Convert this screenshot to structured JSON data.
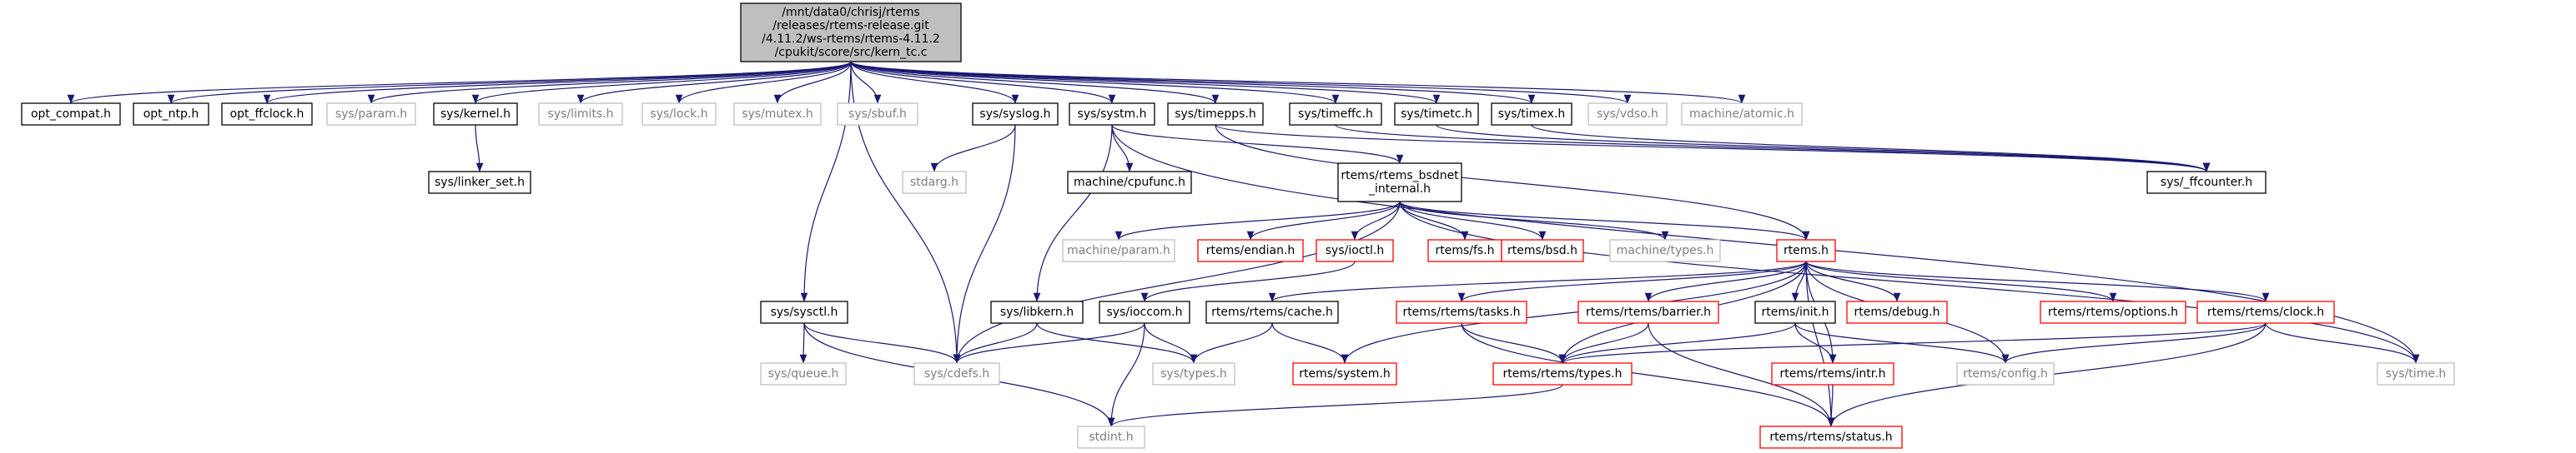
{
  "diagram": {
    "colors": {
      "edge": "#191970",
      "root_fill": "#bfbfbf",
      "root_stroke": "#000000",
      "normal_stroke": "#000000",
      "missing_stroke": "#bfbfbf",
      "linked_stroke": "#ff0000",
      "text": "#000000",
      "missing_text": "#7f7f7f"
    },
    "nodes": [
      {
        "id": "root",
        "lines": [
          "/mnt/data0/chrisj/rtems",
          "/releases/rtems-release.git",
          "/4.11.2/ws-rtems/rtems-4.11.2",
          "/cpukit/score/src/kern_tc.c"
        ],
        "kind": "root"
      },
      {
        "id": "opt_compat",
        "lines": [
          "opt_compat.h"
        ],
        "kind": "normal"
      },
      {
        "id": "opt_ntp",
        "lines": [
          "opt_ntp.h"
        ],
        "kind": "normal"
      },
      {
        "id": "opt_ffclock",
        "lines": [
          "opt_ffclock.h"
        ],
        "kind": "normal"
      },
      {
        "id": "sys_param",
        "lines": [
          "sys/param.h"
        ],
        "kind": "missing"
      },
      {
        "id": "sys_kernel",
        "lines": [
          "sys/kernel.h"
        ],
        "kind": "normal"
      },
      {
        "id": "sys_limits",
        "lines": [
          "sys/limits.h"
        ],
        "kind": "missing"
      },
      {
        "id": "sys_lock",
        "lines": [
          "sys/lock.h"
        ],
        "kind": "missing"
      },
      {
        "id": "sys_mutex",
        "lines": [
          "sys/mutex.h"
        ],
        "kind": "missing"
      },
      {
        "id": "sys_sbuf",
        "lines": [
          "sys/sbuf.h"
        ],
        "kind": "missing"
      },
      {
        "id": "sys_syslog",
        "lines": [
          "sys/syslog.h"
        ],
        "kind": "normal"
      },
      {
        "id": "sys_systm",
        "lines": [
          "sys/systm.h"
        ],
        "kind": "normal"
      },
      {
        "id": "sys_timepps",
        "lines": [
          "sys/timepps.h"
        ],
        "kind": "normal"
      },
      {
        "id": "sys_timeffc",
        "lines": [
          "sys/timeffc.h"
        ],
        "kind": "normal"
      },
      {
        "id": "sys_timetc",
        "lines": [
          "sys/timetc.h"
        ],
        "kind": "normal"
      },
      {
        "id": "sys_timex",
        "lines": [
          "sys/timex.h"
        ],
        "kind": "normal"
      },
      {
        "id": "sys_vdso",
        "lines": [
          "sys/vdso.h"
        ],
        "kind": "missing"
      },
      {
        "id": "machine_atomic",
        "lines": [
          "machine/atomic.h"
        ],
        "kind": "missing"
      },
      {
        "id": "sys_linker_set",
        "lines": [
          "sys/linker_set.h"
        ],
        "kind": "normal"
      },
      {
        "id": "stdarg",
        "lines": [
          "stdarg.h"
        ],
        "kind": "missing"
      },
      {
        "id": "machine_cpufunc",
        "lines": [
          "machine/cpufunc.h"
        ],
        "kind": "normal"
      },
      {
        "id": "rtems_bsdnet_internal",
        "lines": [
          "rtems/rtems_bsdnet",
          "_internal.h"
        ],
        "kind": "normal"
      },
      {
        "id": "sys_ffcounter",
        "lines": [
          "sys/_ffcounter.h"
        ],
        "kind": "normal"
      },
      {
        "id": "machine_param",
        "lines": [
          "machine/param.h"
        ],
        "kind": "missing"
      },
      {
        "id": "rtems_endian",
        "lines": [
          "rtems/endian.h"
        ],
        "kind": "linked"
      },
      {
        "id": "sys_ioctl",
        "lines": [
          "sys/ioctl.h"
        ],
        "kind": "linked"
      },
      {
        "id": "rtems_fs",
        "lines": [
          "rtems/fs.h"
        ],
        "kind": "linked"
      },
      {
        "id": "rtems_bsd",
        "lines": [
          "rtems/bsd.h"
        ],
        "kind": "linked"
      },
      {
        "id": "machine_types",
        "lines": [
          "machine/types.h"
        ],
        "kind": "missing"
      },
      {
        "id": "rtems_h",
        "lines": [
          "rtems.h"
        ],
        "kind": "linked"
      },
      {
        "id": "sys_sysctl",
        "lines": [
          "sys/sysctl.h"
        ],
        "kind": "normal"
      },
      {
        "id": "sys_libkern",
        "lines": [
          "sys/libkern.h"
        ],
        "kind": "normal"
      },
      {
        "id": "sys_ioccom",
        "lines": [
          "sys/ioccom.h"
        ],
        "kind": "normal"
      },
      {
        "id": "rtems_rtems_cache",
        "lines": [
          "rtems/rtems/cache.h"
        ],
        "kind": "normal"
      },
      {
        "id": "rtems_rtems_tasks",
        "lines": [
          "rtems/rtems/tasks.h"
        ],
        "kind": "linked"
      },
      {
        "id": "rtems_rtems_barrier",
        "lines": [
          "rtems/rtems/barrier.h"
        ],
        "kind": "linked"
      },
      {
        "id": "rtems_init",
        "lines": [
          "rtems/init.h"
        ],
        "kind": "normal"
      },
      {
        "id": "rtems_debug",
        "lines": [
          "rtems/debug.h"
        ],
        "kind": "linked"
      },
      {
        "id": "rtems_rtems_options",
        "lines": [
          "rtems/rtems/options.h"
        ],
        "kind": "linked"
      },
      {
        "id": "rtems_rtems_clock",
        "lines": [
          "rtems/rtems/clock.h"
        ],
        "kind": "linked"
      },
      {
        "id": "sys_queue",
        "lines": [
          "sys/queue.h"
        ],
        "kind": "missing"
      },
      {
        "id": "sys_cdefs",
        "lines": [
          "sys/cdefs.h"
        ],
        "kind": "missing"
      },
      {
        "id": "sys_types",
        "lines": [
          "sys/types.h"
        ],
        "kind": "missing"
      },
      {
        "id": "rtems_system",
        "lines": [
          "rtems/system.h"
        ],
        "kind": "linked"
      },
      {
        "id": "rtems_rtems_types",
        "lines": [
          "rtems/rtems/types.h"
        ],
        "kind": "linked"
      },
      {
        "id": "rtems_config",
        "lines": [
          "rtems/config.h"
        ],
        "kind": "missing"
      },
      {
        "id": "rtems_rtems_intr",
        "lines": [
          "rtems/rtems/intr.h"
        ],
        "kind": "linked"
      },
      {
        "id": "sys_time",
        "lines": [
          "sys/time.h"
        ],
        "kind": "missing"
      },
      {
        "id": "stdint",
        "lines": [
          "stdint.h"
        ],
        "kind": "missing"
      },
      {
        "id": "rtems_rtems_status",
        "lines": [
          "rtems/rtems/status.h"
        ],
        "kind": "linked"
      }
    ],
    "edges": [
      [
        "root",
        "opt_compat"
      ],
      [
        "root",
        "opt_ntp"
      ],
      [
        "root",
        "opt_ffclock"
      ],
      [
        "root",
        "sys_param"
      ],
      [
        "root",
        "sys_kernel"
      ],
      [
        "root",
        "sys_limits"
      ],
      [
        "root",
        "sys_lock"
      ],
      [
        "root",
        "sys_mutex"
      ],
      [
        "root",
        "sys_sbuf"
      ],
      [
        "root",
        "sys_syslog"
      ],
      [
        "root",
        "sys_systm"
      ],
      [
        "root",
        "sys_timepps"
      ],
      [
        "root",
        "sys_timeffc"
      ],
      [
        "root",
        "sys_timetc"
      ],
      [
        "root",
        "sys_timex"
      ],
      [
        "root",
        "sys_vdso"
      ],
      [
        "root",
        "machine_atomic"
      ],
      [
        "root",
        "sys_sysctl"
      ],
      [
        "root",
        "sys_cdefs"
      ],
      [
        "sys_kernel",
        "sys_linker_set"
      ],
      [
        "sys_syslog",
        "stdarg"
      ],
      [
        "sys_syslog",
        "sys_cdefs"
      ],
      [
        "sys_systm",
        "machine_cpufunc"
      ],
      [
        "sys_systm",
        "rtems_bsdnet_internal"
      ],
      [
        "sys_systm",
        "sys_libkern"
      ],
      [
        "sys_systm",
        "sys_time"
      ],
      [
        "sys_timepps",
        "sys_ffcounter"
      ],
      [
        "sys_timepps",
        "rtems_h"
      ],
      [
        "sys_timeffc",
        "sys_ffcounter"
      ],
      [
        "sys_timetc",
        "sys_ffcounter"
      ],
      [
        "sys_timex",
        "sys_ffcounter"
      ],
      [
        "rtems_bsdnet_internal",
        "machine_param"
      ],
      [
        "rtems_bsdnet_internal",
        "rtems_endian"
      ],
      [
        "rtems_bsdnet_internal",
        "sys_ioctl"
      ],
      [
        "rtems_bsdnet_internal",
        "rtems_fs"
      ],
      [
        "rtems_bsdnet_internal",
        "rtems_bsd"
      ],
      [
        "rtems_bsdnet_internal",
        "machine_types"
      ],
      [
        "rtems_bsdnet_internal",
        "rtems_h"
      ],
      [
        "rtems_bsdnet_internal",
        "sys_cdefs"
      ],
      [
        "rtems_bsdnet_internal",
        "sys_time"
      ],
      [
        "sys_ioctl",
        "sys_ioccom"
      ],
      [
        "rtems_h",
        "rtems_rtems_cache"
      ],
      [
        "rtems_h",
        "rtems_rtems_tasks"
      ],
      [
        "rtems_h",
        "rtems_rtems_barrier"
      ],
      [
        "rtems_h",
        "rtems_init"
      ],
      [
        "rtems_h",
        "rtems_debug"
      ],
      [
        "rtems_h",
        "rtems_rtems_options"
      ],
      [
        "rtems_h",
        "rtems_rtems_clock"
      ],
      [
        "rtems_h",
        "rtems_system"
      ],
      [
        "rtems_h",
        "rtems_rtems_types"
      ],
      [
        "rtems_h",
        "rtems_config"
      ],
      [
        "rtems_h",
        "rtems_rtems_intr"
      ],
      [
        "rtems_h",
        "rtems_rtems_status"
      ],
      [
        "sys_sysctl",
        "sys_queue"
      ],
      [
        "sys_sysctl",
        "sys_cdefs"
      ],
      [
        "sys_sysctl",
        "stdint"
      ],
      [
        "sys_libkern",
        "sys_cdefs"
      ],
      [
        "sys_libkern",
        "sys_types"
      ],
      [
        "sys_ioccom",
        "sys_cdefs"
      ],
      [
        "sys_ioccom",
        "sys_types"
      ],
      [
        "sys_ioccom",
        "stdint"
      ],
      [
        "rtems_rtems_cache",
        "sys_types"
      ],
      [
        "rtems_rtems_cache",
        "rtems_system"
      ],
      [
        "rtems_rtems_tasks",
        "rtems_rtems_types"
      ],
      [
        "rtems_rtems_tasks",
        "rtems_rtems_status"
      ],
      [
        "rtems_rtems_barrier",
        "rtems_rtems_types"
      ],
      [
        "rtems_rtems_barrier",
        "rtems_rtems_status"
      ],
      [
        "rtems_init",
        "rtems_config"
      ],
      [
        "rtems_init",
        "rtems_rtems_types"
      ],
      [
        "rtems_init",
        "rtems_rtems_intr"
      ],
      [
        "rtems_rtems_clock",
        "rtems_rtems_types"
      ],
      [
        "rtems_rtems_clock",
        "rtems_config"
      ],
      [
        "rtems_rtems_clock",
        "sys_time"
      ],
      [
        "rtems_rtems_clock",
        "rtems_rtems_status"
      ],
      [
        "rtems_rtems_types",
        "stdint"
      ],
      [
        "rtems_rtems_intr",
        "rtems_rtems_status"
      ]
    ]
  }
}
